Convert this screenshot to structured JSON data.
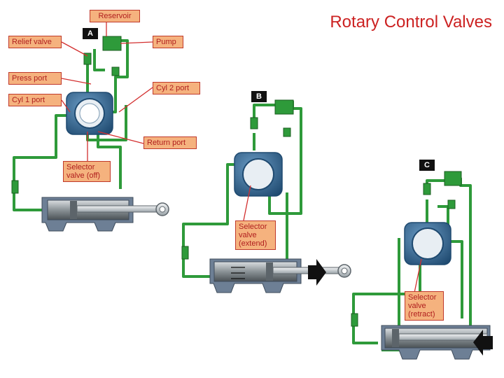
{
  "title": "Rotary Control Valves",
  "colors": {
    "fluid_line": "#2e9a3a",
    "fluid_dark": "#1b5e20",
    "valve_body": "#2c5f8a",
    "callout_fill": "#f5b27e",
    "callout_text": "#b01e1e",
    "leader": "#d32f2f",
    "title": "#cc2222"
  },
  "panels": {
    "a": {
      "badge": "A",
      "labels": {
        "reservoir": "Reservoir",
        "relief_valve": "Relief valve",
        "pump": "Pump",
        "press_port": "Press port",
        "cyl1_port": "Cyl 1 port",
        "cyl2_port": "Cyl 2 port",
        "return_port": "Return port",
        "selector": [
          "Selector",
          "valve (off)"
        ]
      }
    },
    "b": {
      "badge": "B",
      "selector": [
        "Selector",
        "valve",
        "(extend)"
      ],
      "motion_arrow": "right-arrow-icon"
    },
    "c": {
      "badge": "C",
      "selector": [
        "Selector",
        "valve",
        "(retract)"
      ],
      "motion_arrow": "left-arrow-icon"
    }
  }
}
